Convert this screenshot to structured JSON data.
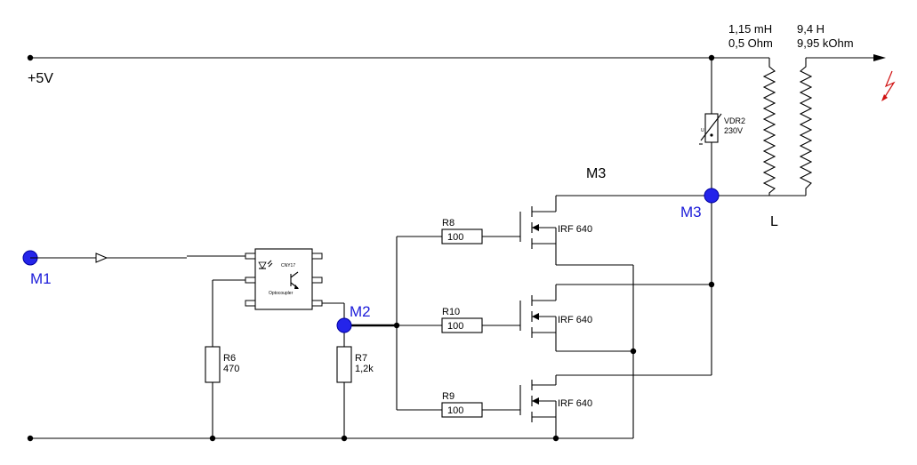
{
  "rails": {
    "vcc_label": "+5V"
  },
  "probes": {
    "m1": "M1",
    "m2": "M2",
    "m3": "M3"
  },
  "labels": {
    "m3_top": "M3",
    "coil": "L",
    "primary_l": "1,15 mH",
    "primary_r": "0,5 Ohm",
    "secondary_l": "9,4 H",
    "secondary_r": "9,95 kOhm",
    "vdr_name": "VDR2",
    "vdr_voltage": "230V",
    "vdr_u": "U"
  },
  "optocoupler": {
    "part": "CNY17",
    "caption": "Optocoupler"
  },
  "resistors": {
    "r6": {
      "name": "R6",
      "value": "470"
    },
    "r7": {
      "name": "R7",
      "value": "1,2k"
    },
    "r8": {
      "name": "R8",
      "value": "100"
    },
    "r10": {
      "name": "R10",
      "value": "100"
    },
    "r9": {
      "name": "R9",
      "value": "100"
    }
  },
  "mosfets": {
    "part": "IRF 640"
  },
  "colors": {
    "wire": "#000000",
    "probe": "#2424ea",
    "probe_label": "#1c1cd9",
    "spark": "#d01010"
  },
  "icons": {
    "spark": "lightning-icon",
    "output": "arrow-icon"
  }
}
